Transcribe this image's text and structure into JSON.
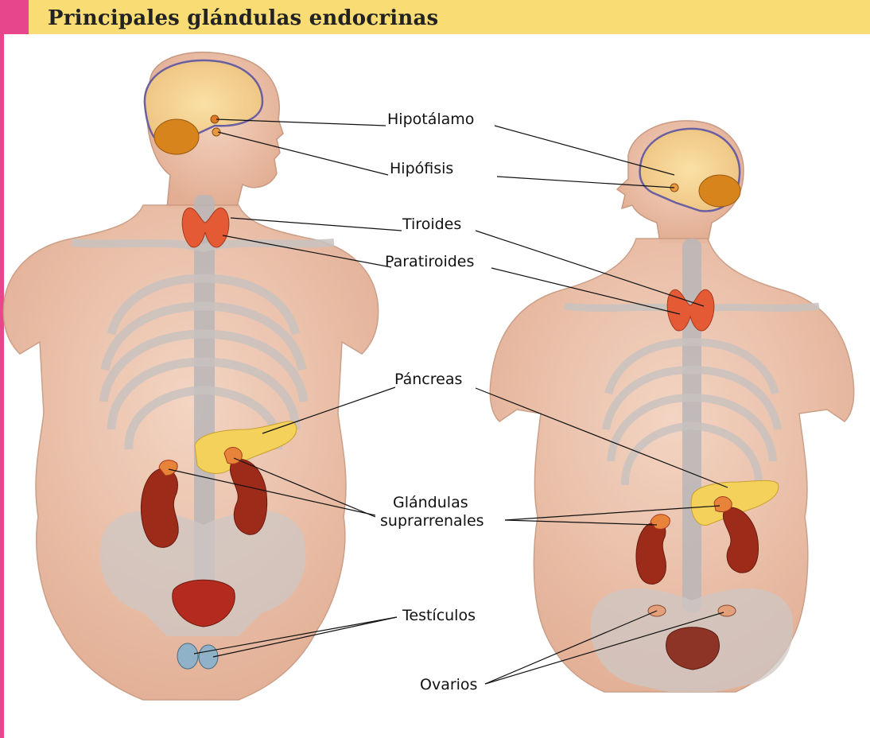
{
  "title": "Principales glándulas endocrinas",
  "colors": {
    "accent": "#e8468c",
    "header_band": "#f9dc73",
    "skin": "#ebbfa5",
    "bone": "#cdc7c4",
    "gland_orange": "#e35a35",
    "pancreas": "#f4d15a",
    "kidney": "#9c2b1a",
    "leader_line": "#111111"
  },
  "figures": [
    "male-torso",
    "female-torso"
  ],
  "labels": {
    "hipotalamo": "Hipotálamo",
    "hipofisis": "Hipófisis",
    "tiroides": "Tiroides",
    "paratiroides": "Paratiroides",
    "pancreas": "Páncreas",
    "suprarrenales_line1": "Glándulas",
    "suprarrenales_line2": "suprarrenales",
    "testiculos": "Testículos",
    "ovarios": "Ovarios"
  }
}
